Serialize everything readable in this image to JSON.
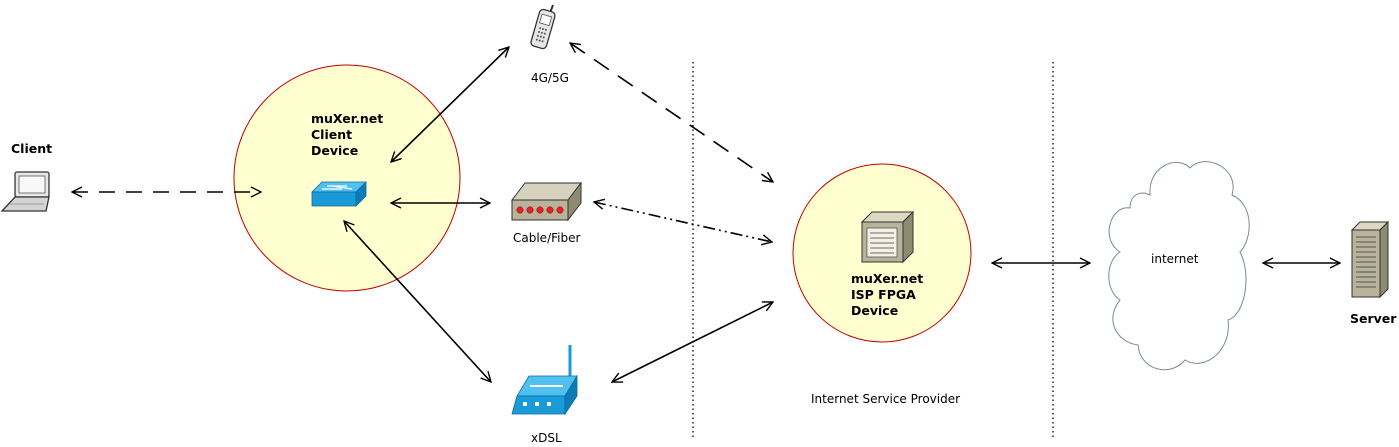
{
  "labels": {
    "client": "Client",
    "client_device": [
      "muXer.net",
      "Client",
      "Device"
    ],
    "mobile": "4G/5G",
    "cable": "Cable/Fiber",
    "xdsl": "xDSL",
    "isp_device": [
      "muXer.net",
      "ISP FPGA",
      "Device"
    ],
    "isp": "Internet Service Provider",
    "internet": "internet",
    "server": "Server"
  },
  "icons": {
    "client": "laptop-icon",
    "client_device": "network-switch-icon",
    "mobile": "mobile-phone-icon",
    "cable": "cable-modem-icon",
    "xdsl": "wireless-router-icon",
    "isp_device": "fpga-device-icon",
    "internet": "cloud-icon",
    "server": "server-tower-icon"
  },
  "colors": {
    "zone_fill": "#ffffd0",
    "zone_stroke": "#c00000",
    "cisco_blue": "#1a9ad6",
    "device_gray": "#b8b39a",
    "led_red": "#e8202a",
    "cloud_stroke": "#7a8a96"
  }
}
